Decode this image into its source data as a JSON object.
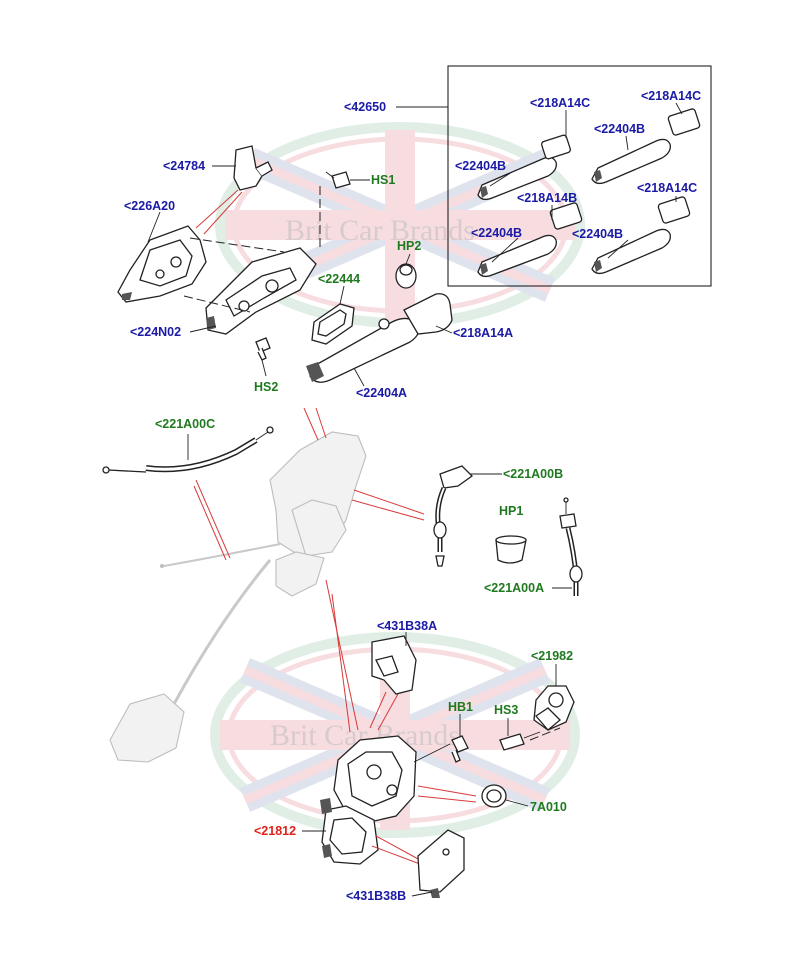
{
  "watermark": {
    "text": "Brit Car Brands",
    "colors": {
      "red": "#c8102e",
      "green": "#2e8b57",
      "blue": "#1f3f8f"
    }
  },
  "colors": {
    "label_blue": "#1a1aa6",
    "label_green": "#1f7a1f",
    "label_red": "#e0211b",
    "leader_red": "#d83a3a"
  },
  "labels": {
    "p42650": "<42650",
    "p24784": "<24784",
    "hs1": "HS1",
    "p226a20": "<226A20",
    "hp2": "HP2",
    "p22444": "<22444",
    "p224n02": "<224N02",
    "p218a14a": "<218A14A",
    "hs2": "HS2",
    "p22404a": "<22404A",
    "inset_218a14c_1": "<218A14C",
    "inset_218a14c_2": "<218A14C",
    "inset_22404b_1": "<22404B",
    "inset_22404b_2": "<22404B",
    "inset_22404b_3": "<22404B",
    "inset_218a14b": "<218A14B",
    "inset_218a14c_3": "<218A14C",
    "inset_22404b_4": "<22404B",
    "p221a00c": "<221A00C",
    "p221a00b": "<221A00B",
    "hp1": "HP1",
    "p221a00a": "<221A00A",
    "p431b38a": "<431B38A",
    "p21982": "<21982",
    "hb1": "HB1",
    "hs3": "HS3",
    "p7a010": "7A010",
    "p21812": "<21812",
    "p431b38b": "<431B38B"
  }
}
